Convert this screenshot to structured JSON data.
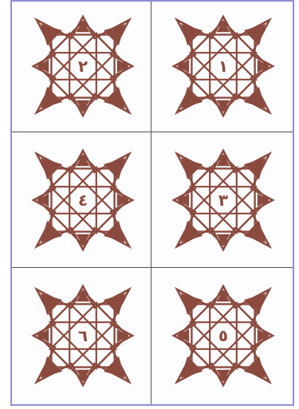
{
  "colors": {
    "outline": "#8b4a3e",
    "fill": "#8b4a3e",
    "border": "#8f8fd4",
    "divider": "#5f5050"
  },
  "tiles": [
    {
      "number": "٢"
    },
    {
      "number": "١"
    },
    {
      "number": "٤"
    },
    {
      "number": "٣"
    },
    {
      "number": "٦"
    },
    {
      "number": "٥"
    }
  ]
}
